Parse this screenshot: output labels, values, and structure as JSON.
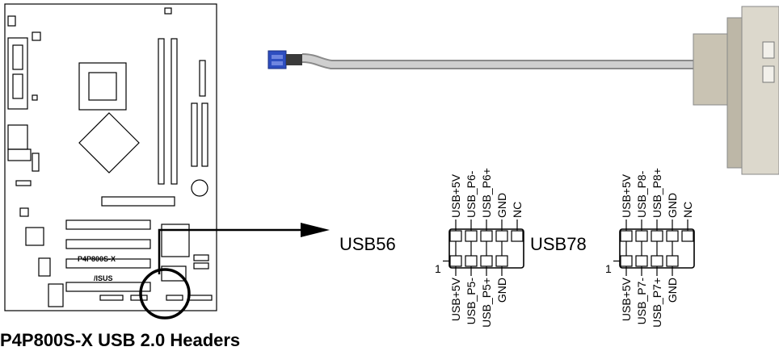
{
  "motherboard": {
    "model_label": "P4P800S-X",
    "brand_label": "/ISUS"
  },
  "figure_caption": "P4P800S-X USB 2.0 Headers",
  "headers": [
    {
      "name": "USB56",
      "pin1_label": "1",
      "top_row": [
        "USB+5V",
        "USB_P6-",
        "USB_P6+",
        "GND",
        "NC"
      ],
      "bottom_row": [
        "USB+5V",
        "USB_P5-",
        "USB_P5+",
        "GND"
      ]
    },
    {
      "name": "USB78",
      "pin1_label": "1",
      "top_row": [
        "USB+5V",
        "USB_P8-",
        "USB_P8+",
        "GND",
        "NC"
      ],
      "bottom_row": [
        "USB+5V",
        "USB_P7-",
        "USB_P7+",
        "GND"
      ]
    }
  ]
}
